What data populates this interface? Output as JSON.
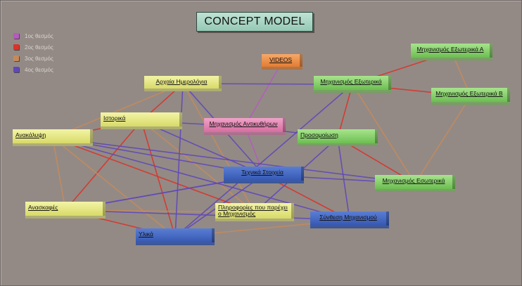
{
  "diagram": {
    "title": "CONCEPT MODEL",
    "legend": [
      {
        "label": "1ος θεσμός",
        "color": "#b45bbf"
      },
      {
        "label": "2ος θεσμός",
        "color": "#d9332b"
      },
      {
        "label": "3ος θεσμός",
        "color": "#c58a5c"
      },
      {
        "label": "4ος θεσμός",
        "color": "#5f48b8"
      }
    ],
    "nodes": {
      "videos": "VIDEOS",
      "mech_ext_a": "Μηχανισμός Εξωτερικά  Α",
      "mech_ext": "Μηχανισμός Εξωτερικά",
      "mech_ext_b": "Μηχανισμός Εξωτερικά  Β",
      "archaia": "Αρχαία Ημερολόγια",
      "istorika": "Ιστορικά",
      "antikythera": "Μηχανισμός Αντικυθήρων",
      "prosomoiosi": "Προσομοίωση",
      "anakalypsi": "Ανακάλυψη",
      "technika": "Τεχνικά Στοιχεία",
      "mech_eso": "Μηχανισμός Εσωτερικά",
      "anaskafes": "Ανασκαφές",
      "plirofories": "Πληροφορίες που παρέχει ο Μηχανισμός",
      "synthesi": "Σύνθεση Μηχανισμού",
      "ylika": "Υλικά"
    },
    "connections": [
      {
        "from": "videos",
        "to": "antikythera",
        "level": 1
      },
      {
        "from": "antikythera",
        "to": "technika",
        "level": 1
      },
      {
        "from": "mech_ext_a",
        "to": "mech_ext",
        "level": 2
      },
      {
        "from": "mech_ext",
        "to": "mech_ext_b",
        "level": 2
      },
      {
        "from": "mech_ext",
        "to": "prosomoiosi",
        "level": 2
      },
      {
        "from": "prosomoiosi",
        "to": "mech_eso",
        "level": 2
      },
      {
        "from": "archaia",
        "to": "istorika",
        "level": 2
      },
      {
        "from": "istorika",
        "to": "anakalypsi",
        "level": 2
      },
      {
        "from": "istorika",
        "to": "anaskafes",
        "level": 2
      },
      {
        "from": "istorika",
        "to": "ylika",
        "level": 2
      },
      {
        "from": "anakalypsi",
        "to": "plirofories",
        "level": 2
      },
      {
        "from": "technika",
        "to": "synthesi",
        "level": 2
      },
      {
        "from": "anaskafes",
        "to": "ylika",
        "level": 2
      },
      {
        "from": "mech_ext_a",
        "to": "mech_ext_b",
        "level": 3
      },
      {
        "from": "mech_ext_b",
        "to": "mech_eso",
        "level": 3
      },
      {
        "from": "mech_ext",
        "to": "mech_eso",
        "level": 3
      },
      {
        "from": "archaia",
        "to": "anakalypsi",
        "level": 3
      },
      {
        "from": "archaia",
        "to": "plirofories",
        "level": 3
      },
      {
        "from": "anakalypsi",
        "to": "anaskafes",
        "level": 3
      },
      {
        "from": "anakalypsi",
        "to": "ylika",
        "level": 3
      },
      {
        "from": "istorika",
        "to": "plirofories",
        "level": 3
      },
      {
        "from": "anaskafes",
        "to": "plirofories",
        "level": 3
      },
      {
        "from": "ylika",
        "to": "synthesi",
        "level": 3
      },
      {
        "from": "archaia",
        "to": "mech_ext",
        "level": 4
      },
      {
        "from": "archaia",
        "to": "ylika",
        "level": 4
      },
      {
        "from": "archaia",
        "to": "technika",
        "level": 4
      },
      {
        "from": "istorika",
        "to": "antikythera",
        "level": 4
      },
      {
        "from": "istorika",
        "to": "technika",
        "level": 4
      },
      {
        "from": "anakalypsi",
        "to": "technika",
        "level": 4
      },
      {
        "from": "anakalypsi",
        "to": "synthesi",
        "level": 4
      },
      {
        "from": "antikythera",
        "to": "prosomoiosi",
        "level": 4
      },
      {
        "from": "prosomoiosi",
        "to": "synthesi",
        "level": 4
      },
      {
        "from": "prosomoiosi",
        "to": "plirofories",
        "level": 4
      },
      {
        "from": "technika",
        "to": "mech_eso",
        "level": 4
      },
      {
        "from": "technika",
        "to": "ylika",
        "level": 4
      },
      {
        "from": "technika",
        "to": "anaskafes",
        "level": 4
      },
      {
        "from": "anaskafes",
        "to": "technika",
        "level": 4
      },
      {
        "from": "anaskafes",
        "to": "synthesi",
        "level": 4
      },
      {
        "from": "mech_ext",
        "to": "ylika",
        "level": 4
      },
      {
        "from": "anakalypsi",
        "to": "mech_eso",
        "level": 4
      }
    ]
  }
}
